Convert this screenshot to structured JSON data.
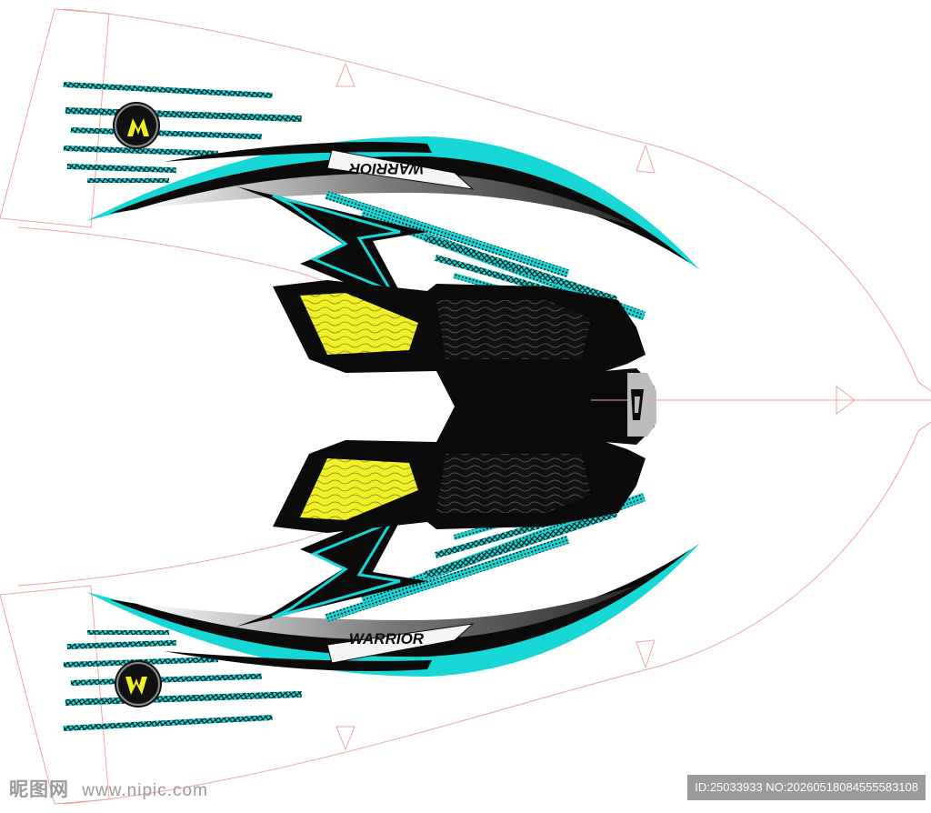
{
  "design": {
    "brand_text_top": "WARRIOR",
    "brand_text_bottom": "WARRIOR",
    "colors": {
      "cyan": "#17d6d6",
      "black": "#0b0b0b",
      "yellow": "#f1ef27",
      "grey": "#6e6e6e",
      "pattern_outline": "#f2a3a3"
    },
    "icons": {
      "badge": "warrior-w-badge",
      "nose": "warrior-w-logo"
    }
  },
  "watermark": {
    "site_logo": "昵图网",
    "site_url": "www.nipic.com",
    "id_text": "ID:25033933 NO:20260518084555583108"
  }
}
